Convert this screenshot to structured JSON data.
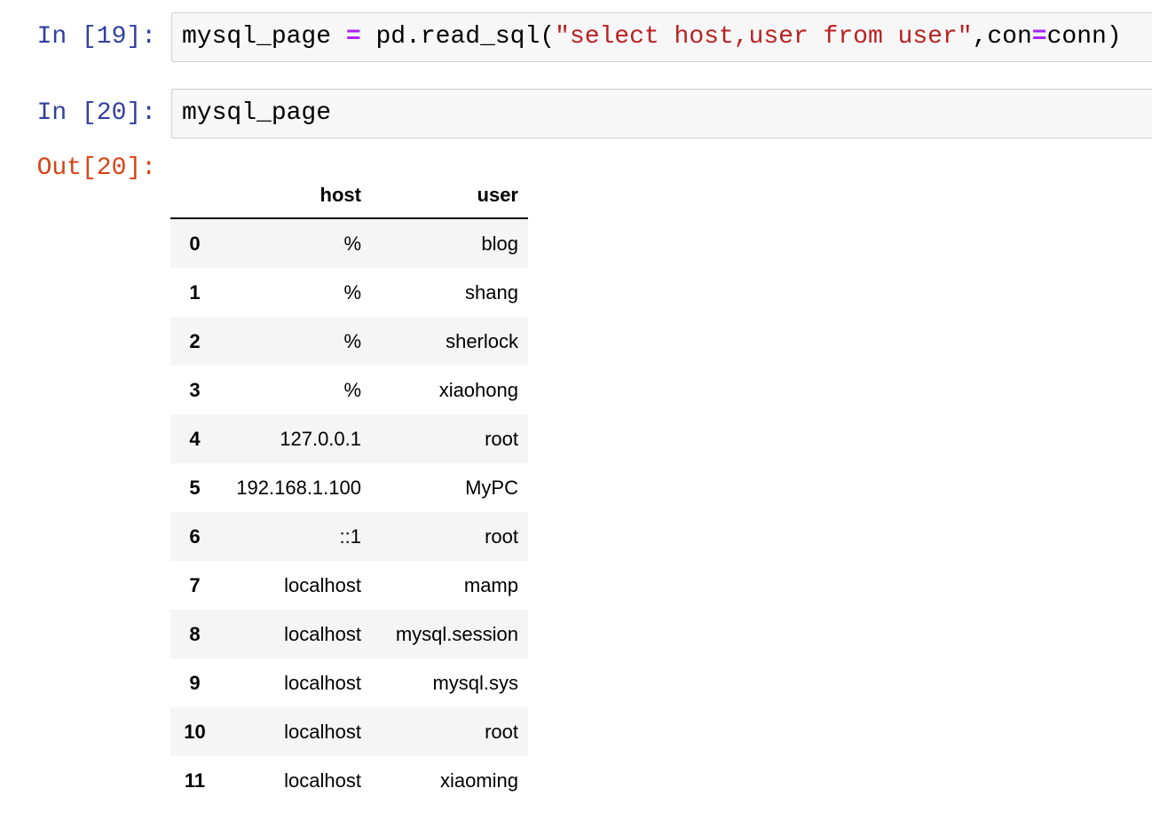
{
  "colors": {
    "in_prompt": "#303F9F",
    "out_prompt": "#D84315",
    "code_string": "#BA2121",
    "code_operator": "#AA22FF",
    "input_bg": "#F7F7F7",
    "input_border": "#CFCFCF",
    "row_stripe": "#F5F5F5",
    "header_border": "#000000"
  },
  "notebook": {
    "cells": [
      {
        "prompt": "In [19]:",
        "source_text": "mysql_page = pd.read_sql(\"select host,user from user\",con=conn)",
        "source_tokens": [
          {
            "text": "mysql_page ",
            "style": "plain"
          },
          {
            "text": "=",
            "style": "operator"
          },
          {
            "text": " pd.read_sql(",
            "style": "plain"
          },
          {
            "text": "\"select host,user from user\"",
            "style": "string"
          },
          {
            "text": ",con",
            "style": "plain"
          },
          {
            "text": "=",
            "style": "operator"
          },
          {
            "text": "conn)",
            "style": "plain"
          }
        ]
      },
      {
        "prompt": "In [20]:",
        "source_text": "mysql_page",
        "source_tokens": [
          {
            "text": "mysql_page",
            "style": "plain"
          }
        ]
      }
    ],
    "output": {
      "prompt": "Out[20]:",
      "table": {
        "columns": [
          "host",
          "user"
        ],
        "rows": [
          {
            "index": "0",
            "host": "%",
            "user": "blog"
          },
          {
            "index": "1",
            "host": "%",
            "user": "shang"
          },
          {
            "index": "2",
            "host": "%",
            "user": "sherlock"
          },
          {
            "index": "3",
            "host": "%",
            "user": "xiaohong"
          },
          {
            "index": "4",
            "host": "127.0.0.1",
            "user": "root"
          },
          {
            "index": "5",
            "host": "192.168.1.100",
            "user": "MyPC"
          },
          {
            "index": "6",
            "host": "::1",
            "user": "root"
          },
          {
            "index": "7",
            "host": "localhost",
            "user": "mamp"
          },
          {
            "index": "8",
            "host": "localhost",
            "user": "mysql.session"
          },
          {
            "index": "9",
            "host": "localhost",
            "user": "mysql.sys"
          },
          {
            "index": "10",
            "host": "localhost",
            "user": "root"
          },
          {
            "index": "11",
            "host": "localhost",
            "user": "xiaoming"
          }
        ]
      }
    }
  }
}
